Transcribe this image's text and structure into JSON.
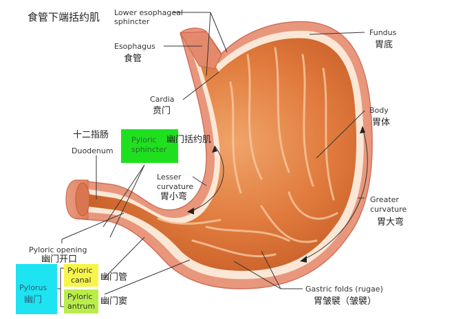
{
  "diagram": {
    "subject": "Stomach anatomy",
    "labels": {
      "lower_esophageal_sphincter": {
        "en_line1": "Lower esophageal",
        "en_line2": "sphincter",
        "zh": "食管下端括约肌"
      },
      "esophagus": {
        "en": "Esophagus",
        "zh": "食管"
      },
      "cardia": {
        "en": "Cardia",
        "zh": "贲门"
      },
      "fundus": {
        "en": "Fundus",
        "zh": "胃底"
      },
      "body": {
        "en": "Body",
        "zh": "胃体"
      },
      "duodenum": {
        "en": "Duodenum",
        "zh": "十二指肠"
      },
      "pyloric_sphincter": {
        "en_line1": "Pyloric",
        "en_line2": "sphincter",
        "zh": "幽门括约肌"
      },
      "lesser_curvature": {
        "en_line1": "Lesser",
        "en_line2": "curvature",
        "zh": "胃小弯"
      },
      "greater_curvature": {
        "en_line1": "Greater",
        "en_line2": "curvature",
        "zh": "胃大弯"
      },
      "pyloric_opening": {
        "en": "Pyloric opening",
        "zh": "幽门开口"
      },
      "pylorus": {
        "en": "Pylorus",
        "zh": "幽门"
      },
      "pyloric_canal": {
        "en_line1": "Pyloric",
        "en_line2": "canal",
        "zh": "幽门管"
      },
      "pyloric_antrum": {
        "en_line1": "Pyloric",
        "en_line2": "antrum",
        "zh": "幽门窦"
      },
      "gastric_folds": {
        "en": "Gastric folds (rugae)",
        "zh": "胃皱襞（皱襞）"
      }
    },
    "colors": {
      "pyloric_sphincter_box": "#1fe01f",
      "pylorus_box": "#1ee3f0",
      "pyloric_canal_box": "#f7f54a",
      "pyloric_antrum_box": "#b9ee4a",
      "tissue_outer": "#e8967a",
      "tissue_inner": "#d9692e",
      "tissue_highlight": "#f6c8a0"
    }
  }
}
